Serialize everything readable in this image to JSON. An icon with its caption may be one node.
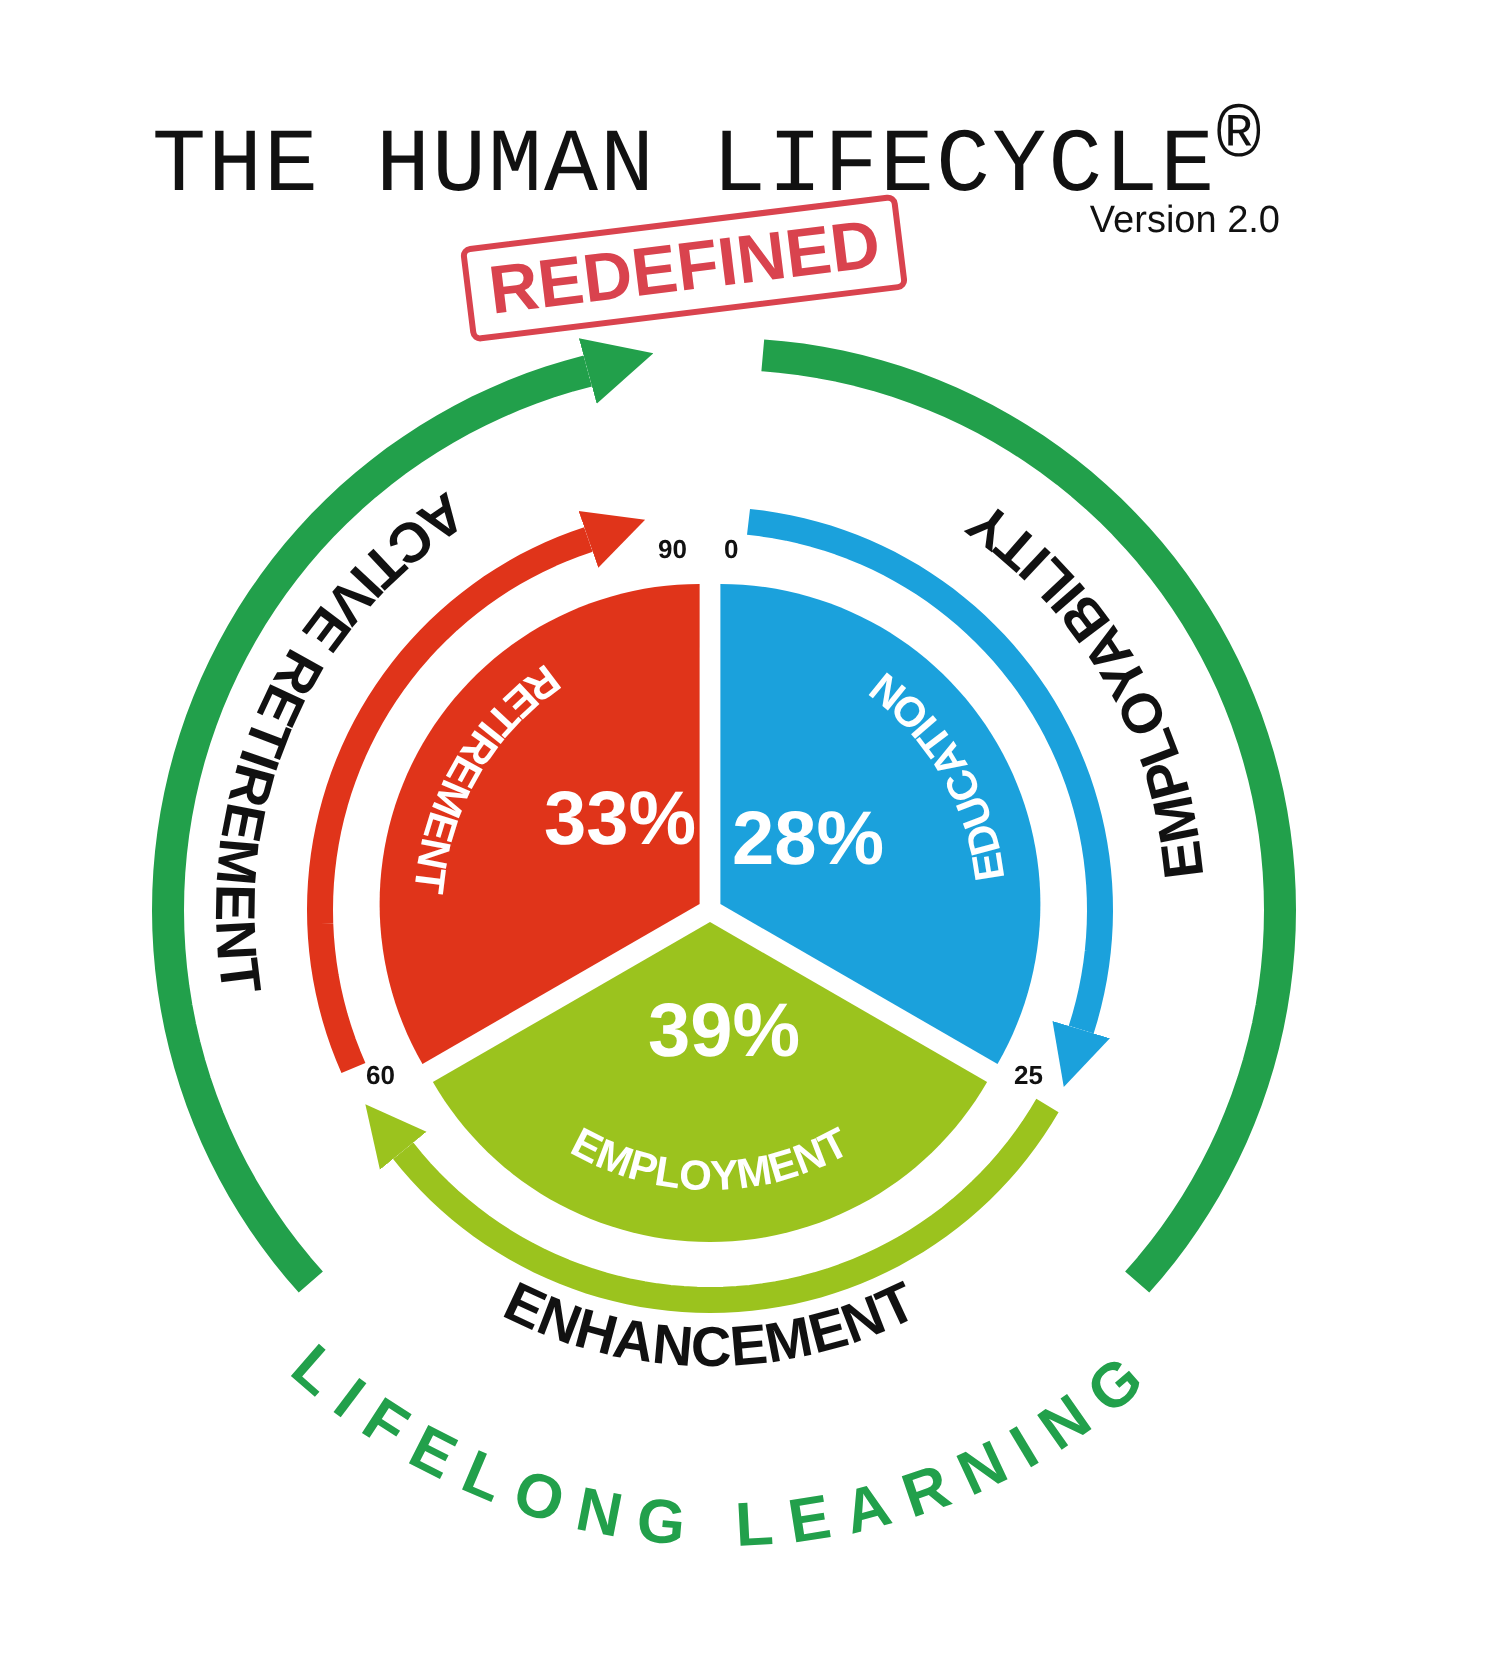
{
  "diagram": {
    "title": "THE HUMAN LIFECYCLE$^{®}$",
    "nodes": [
      {
        "text": [
          "EDUCATION",
          "28%"
        ]
      },
      {
        "text": [
          "39%",
          "EMPLOYMENT"
        ]
      },
      {
        "text": [
          "RETIREMENT",
          "33%"
        ]
      },
      {
        "text": [
          "0"
        ]
      },
      {
        "text": [
          "25"
        ]
      },
      {
        "text": [
          "60"
        ]
      },
      {
        "text": [
          "90"
        ]
      }
    ],
    "edges": [
      {
        "from": 3,
        "to": 4,
        "arrow": "to",
        "label": "EMPLOYABILITY",
        "color": "#1ba1dc"
      },
      {
        "from": 4,
        "to": 5,
        "arrow": "to",
        "label": "ENHANCEMENT",
        "color": "#9bc31e"
      },
      {
        "from": 5,
        "to": 6,
        "arrow": "to",
        "label": "ACTIVE RETIREMENT",
        "color": "#e0341a"
      }
    ],
    "labels": [
      "REDEFINED",
      "Version 2.0",
      "LIFELONG LEARNING"
    ]
  }
}
